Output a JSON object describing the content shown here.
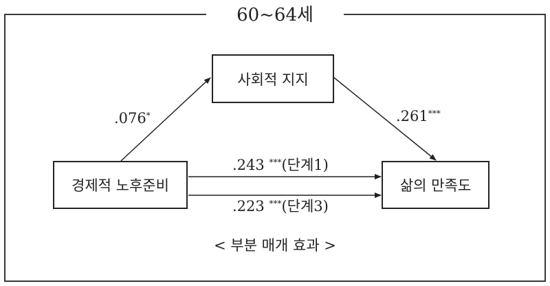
{
  "title": "60~64세",
  "boxes": {
    "mediator": "사회적 지지",
    "independent": "경제적 노후준비",
    "dependent": "삶의 만족도"
  },
  "paths": {
    "a": {
      "value": ".076",
      "sig": "*",
      "suffix": ""
    },
    "b": {
      "value": ".261",
      "sig": "***",
      "suffix": ""
    },
    "c_step1": {
      "value": ".243 ",
      "sig": "***",
      "suffix": "(단계1)"
    },
    "c_step3": {
      "value": ".223 ",
      "sig": "***",
      "suffix": "(단계3)"
    }
  },
  "caption": "< 부분 매개 효과 >",
  "colors": {
    "line": "#222222",
    "background": "#ffffff"
  }
}
